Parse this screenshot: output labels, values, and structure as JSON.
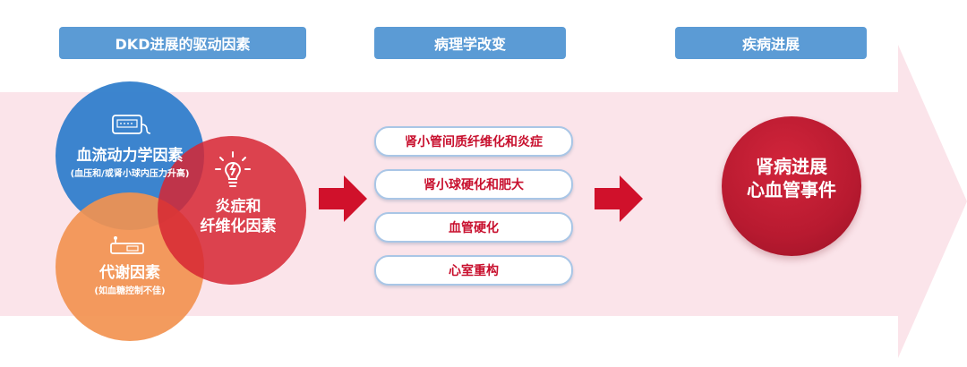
{
  "headers": {
    "drivers": "DKD进展的驱动因素",
    "pathology": "病理学改变",
    "progression": "疾病进展"
  },
  "circles": {
    "hemodynamic": {
      "title": "血流动力学因素",
      "subtitle": "(血压和/或肾小球内压力升高)",
      "icon": "blood-pressure-monitor-icon"
    },
    "inflammation": {
      "title_line1": "炎症和",
      "title_line2": "纤维化因素",
      "icon": "lightbulb-icon"
    },
    "metabolic": {
      "title": "代谢因素",
      "subtitle": "(如血糖控制不佳)",
      "icon": "glucose-meter-icon"
    }
  },
  "pathology_items": [
    "肾小管间质纤维化和炎症",
    "肾小球硬化和肥大",
    "血管硬化",
    "心室重构"
  ],
  "outcome": {
    "line1": "肾病进展",
    "line2": "心血管事件"
  },
  "colors": {
    "header_blue": "#5b9bd5",
    "band_pink": "#fbe4ea",
    "circle_blue": "#3f89d0",
    "circle_orange": "#f39a5a",
    "circle_red": "#d7303b",
    "arrow_red": "#d0112b",
    "text_red": "#c8102e"
  }
}
